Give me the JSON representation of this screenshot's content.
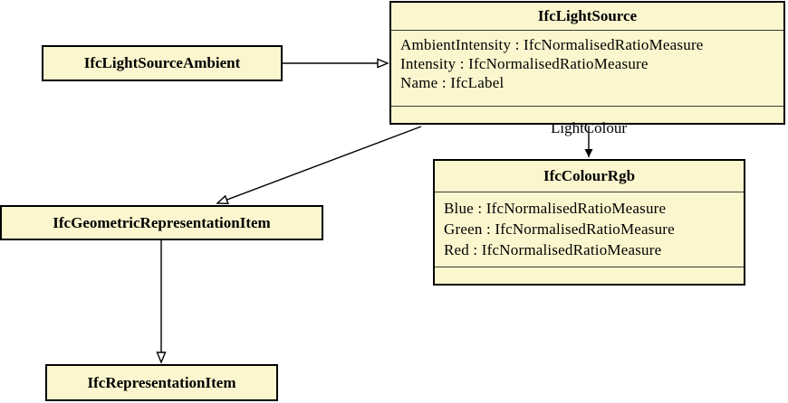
{
  "diagram": {
    "type": "uml-class-diagram",
    "colors": {
      "background": "#ffffff",
      "box_fill": "#fbf6ce",
      "box_border": "#000000",
      "separator": "#3c3c30",
      "line": "#000000",
      "text": "#000000"
    },
    "classes": [
      {
        "name": "IfcLightSource",
        "attributes": [
          "AmbientIntensity : IfcNormalisedRatioMeasure",
          "Intensity : IfcNormalisedRatioMeasure",
          "Name : IfcLabel"
        ]
      },
      {
        "name": "IfcLightSourceAmbient",
        "attributes": []
      },
      {
        "name": "IfcColourRgb",
        "attributes": [
          "Blue : IfcNormalisedRatioMeasure",
          "Green : IfcNormalisedRatioMeasure",
          "Red : IfcNormalisedRatioMeasure"
        ]
      },
      {
        "name": "IfcGeometricRepresentationItem",
        "attributes": []
      },
      {
        "name": "IfcRepresentationItem",
        "attributes": []
      }
    ],
    "relationships": [
      {
        "type": "generalization",
        "from": "IfcLightSourceAmbient",
        "to": "IfcLightSource",
        "label": ""
      },
      {
        "type": "generalization",
        "from": "IfcLightSource",
        "to": "IfcGeometricRepresentationItem",
        "label": ""
      },
      {
        "type": "generalization",
        "from": "IfcGeometricRepresentationItem",
        "to": "IfcRepresentationItem",
        "label": ""
      },
      {
        "type": "association",
        "from": "IfcLightSource",
        "to": "IfcColourRgb",
        "label": "LightColour"
      }
    ]
  }
}
